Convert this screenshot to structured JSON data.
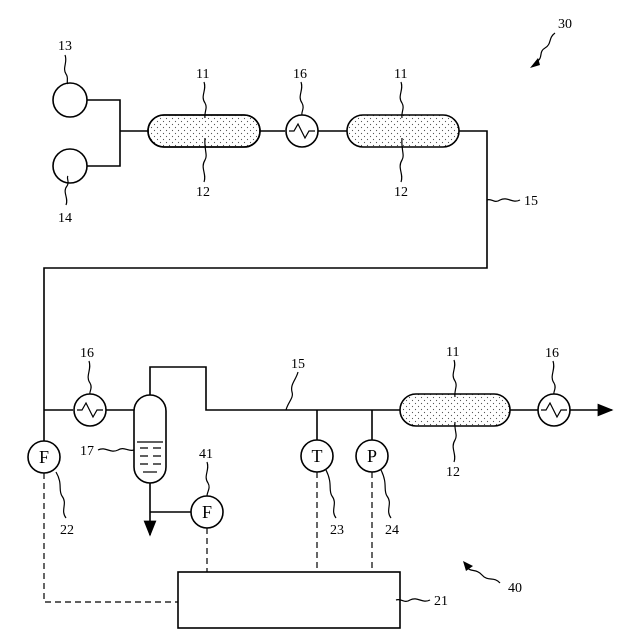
{
  "labels": {
    "system_30": "30",
    "system_40": "40",
    "source_13": "13",
    "source_14": "14",
    "vessel_11a": "11",
    "vessel_11b": "11",
    "vessel_11c": "11",
    "packing_12a": "12",
    "packing_12b": "12",
    "packing_12c": "12",
    "hx_16a": "16",
    "hx_16b": "16",
    "hx_16c": "16",
    "pipe_15a": "15",
    "pipe_15b": "15",
    "separator_17": "17",
    "flow_22": "22",
    "flow_41": "41",
    "temp_23": "23",
    "press_24": "24",
    "controller_21": "21"
  },
  "instruments": {
    "flow_22_letter": "F",
    "flow_41_letter": "F",
    "temp_23_letter": "T",
    "press_24_letter": "P"
  }
}
